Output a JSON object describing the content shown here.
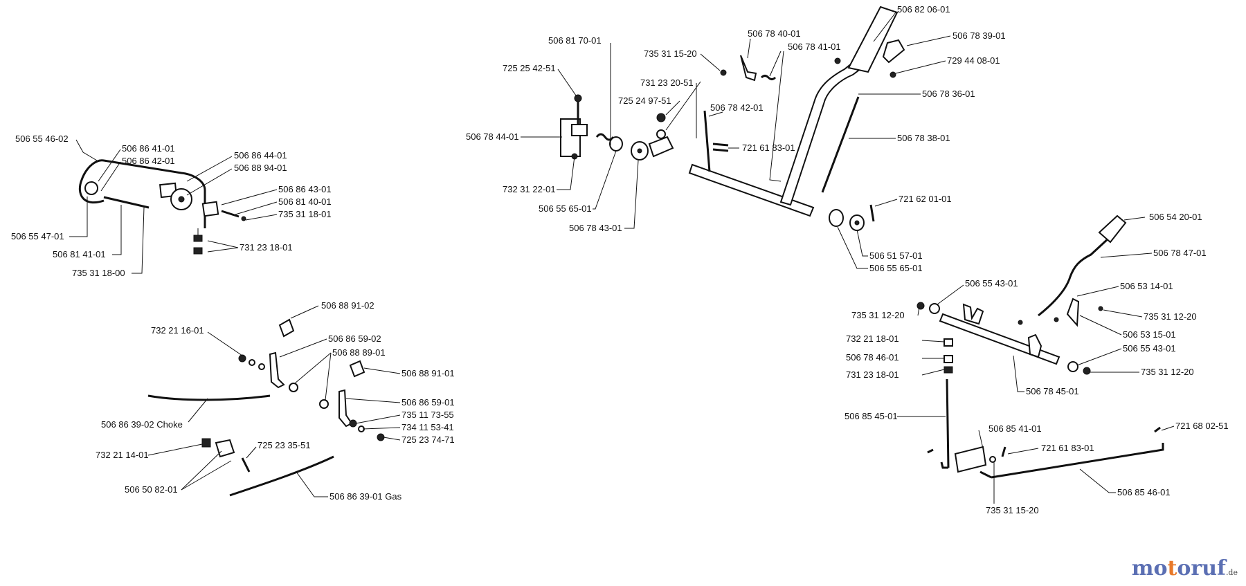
{
  "watermark": {
    "parts": [
      "mo",
      "t",
      "o",
      "ruf",
      ".de"
    ],
    "colors": [
      "#5b6fb3",
      "#e8792a",
      "#5b6fb3",
      "#5b6fb3",
      "#444444"
    ]
  },
  "labels": {
    "l_506_55_46_02": "506 55 46-02",
    "l_506_86_41_01": "506 86 41-01",
    "l_506_86_42_01": "506 86 42-01",
    "l_506_86_44_01": "506 86 44-01",
    "l_506_88_94_01": "506 88 94-01",
    "l_506_86_43_01": "506 86 43-01",
    "l_506_81_40_01": "506 81 40-01",
    "l_735_31_18_01": "735 31 18-01",
    "l_731_23_18_01a": "731 23 18-01",
    "l_506_55_47_01": "506 55 47-01",
    "l_506_81_41_01": "506 81 41-01",
    "l_735_31_18_00": "735 31 18-00",
    "l_506_81_70_01": "506 81 70-01",
    "l_725_25_42_51": "725 25 42-51",
    "l_506_78_44_01": "506 78 44-01",
    "l_732_31_22_01": "732 31 22-01",
    "l_506_55_65_01a": "506 55 65-01",
    "l_506_78_43_01": "506 78 43-01",
    "l_735_31_15_20a": "735 31 15-20",
    "l_731_23_20_51": "731 23 20-51",
    "l_725_24_97_51": "725 24 97-51",
    "l_506_78_40_01": "506 78 40-01",
    "l_506_78_41_01": "506 78 41-01",
    "l_506_78_42_01": "506 78 42-01",
    "l_721_61_83_01a": "721 61 83-01",
    "l_506_82_06_01": "506 82 06-01",
    "l_506_78_39_01": "506 78 39-01",
    "l_729_44_08_01": "729 44 08-01",
    "l_506_78_36_01": "506 78 36-01",
    "l_506_78_38_01": "506 78 38-01",
    "l_721_62_01_01": "721 62 01-01",
    "l_506_51_57_01": "506 51 57-01",
    "l_506_55_65_01b": "506 55 65-01",
    "l_506_88_91_02": "506 88 91-02",
    "l_732_21_16_01": "732 21 16-01",
    "l_506_86_59_02": "506 86 59-02",
    "l_506_88_89_01": "506 88 89-01",
    "l_506_88_91_01": "506 88 91-01",
    "l_506_86_59_01": "506 86 59-01",
    "l_735_11_73_55": "735 11 73-55",
    "l_734_11_53_41": "734 11 53-41",
    "l_725_23_74_71": "725 23 74-71",
    "l_506_86_39_02": "506 86 39-02 Choke",
    "l_725_23_35_51": "725 23 35-51",
    "l_732_21_14_01": "732 21 14-01",
    "l_506_50_82_01": "506 50 82-01",
    "l_506_86_39_01": "506 86 39-01 Gas",
    "l_506_54_20_01": "506 54 20-01",
    "l_506_78_47_01": "506 78 47-01",
    "l_506_55_43_01a": "506 55 43-01",
    "l_506_53_14_01": "506 53 14-01",
    "l_735_31_12_20a": "735 31 12-20",
    "l_735_31_12_20b": "735 31 12-20",
    "l_506_53_15_01": "506 53 15-01",
    "l_506_55_43_01b": "506 55 43-01",
    "l_735_31_12_20c": "735 31 12-20",
    "l_732_21_18_01": "732 21 18-01",
    "l_506_78_46_01": "506 78 46-01",
    "l_731_23_18_01b": "731 23 18-01",
    "l_506_78_45_01": "506 78 45-01",
    "l_506_85_45_01": "506 85 45-01",
    "l_506_85_41_01": "506 85 41-01",
    "l_721_61_83_01b": "721 61 83-01",
    "l_721_68_02_51": "721 68 02-51",
    "l_735_31_15_20b": "735 31 15-20",
    "l_506_85_46_01": "506 85 46-01"
  }
}
